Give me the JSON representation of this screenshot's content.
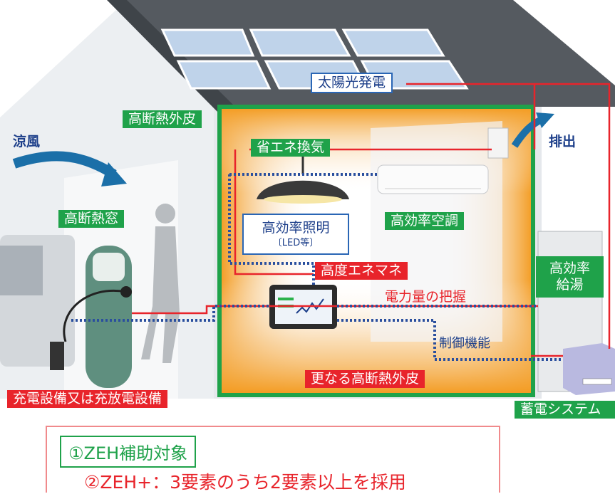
{
  "labels": {
    "solar": "太陽光発電",
    "insulation_skin": "高断熱外皮",
    "cool_breeze": "涼風",
    "exhaust": "排出",
    "ventilation": "省エネ換気",
    "insulated_window": "高断熱窓",
    "lighting_line1": "高効率照明",
    "lighting_line2": "〔LED等〕",
    "air_conditioner": "高効率空調",
    "hems": "高度エネマネ",
    "water_heater_line1": "高効率",
    "water_heater_line2": "給湯",
    "power_monitoring": "電力量の把握",
    "control_function": "制御機能",
    "further_insulation": "更なる高断熱外皮",
    "charger": "充電設備又は充放電設備",
    "battery": "蓄電システム"
  },
  "legend": {
    "item1": "①ZEH補助対象",
    "item2": "②ZEH+：3要素のうち2要素以上を採用"
  },
  "colors": {
    "green": "#1fa24a",
    "red": "#e8242b",
    "navy": "#1d3f8a",
    "roof": "#555a60",
    "solar_panel": "#bfd3ea"
  }
}
